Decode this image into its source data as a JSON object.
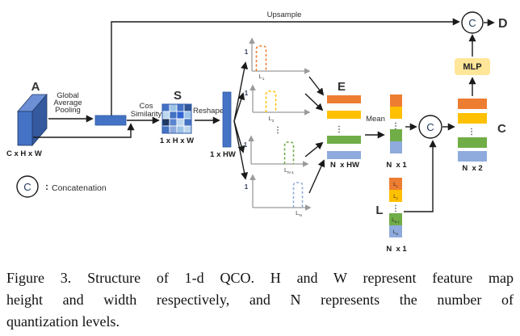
{
  "colors": {
    "red": "#FF0000",
    "blue": "#4472C4",
    "blue_top": "#6D8FD6",
    "blue_side": "#35599E",
    "blue_light": "#8FAADC",
    "orange": "#ED7D31",
    "yellow": "#FFC000",
    "green": "#70AD47",
    "mlp_bg": "#FFE699",
    "axis_gray": "#9A9A9A"
  },
  "diagram": {
    "block_labels": {
      "input": "A",
      "similarity": "S",
      "quantized": "E",
      "concat_out": "C",
      "output": "D",
      "levels": "L"
    },
    "labels": {
      "upsample": "Upsample",
      "gap": [
        "Global",
        "Average",
        "Pooling"
      ],
      "cos": [
        "Cos",
        "Similarity"
      ],
      "reshape": "Reshape",
      "mean": "Mean",
      "mlp": "MLP",
      "concat_node": "C",
      "axis_one": "1",
      "dots": "⋮",
      "legend_colon": ":",
      "legend_label": "Concatenation"
    },
    "dims": {
      "input": "C x H x W",
      "similarity": "1 x H x W",
      "reshaped": "1 x HW",
      "quantized": "N  x HW",
      "mean": "N  x 1",
      "levels": "N  x 1",
      "concat": "N  x 2"
    },
    "levels": [
      {
        "base": "L",
        "sub": "1"
      },
      {
        "base": "L",
        "sub": "2"
      },
      {
        "base": "L",
        "sub": "N-1"
      },
      {
        "base": "L",
        "sub": "N"
      }
    ],
    "s_cells": [
      "#4472C4",
      "#9DC3E6",
      "#4472C4",
      "#2F5597",
      "#BDD7EE",
      "#4472C4",
      "#2F64D2",
      "#9DC3E6",
      "#203864",
      "#5B84CE",
      "#BDD7EE",
      "#4472C4",
      "#4472C4",
      "#8FAADC",
      "#9DC3E6",
      "#BDD7EE"
    ]
  },
  "caption": {
    "lines": [
      "Figure 3. Structure of 1-d QCO. H and W represent feature map",
      "height and width respectively, and N represents the number of",
      "quantization levels."
    ]
  }
}
